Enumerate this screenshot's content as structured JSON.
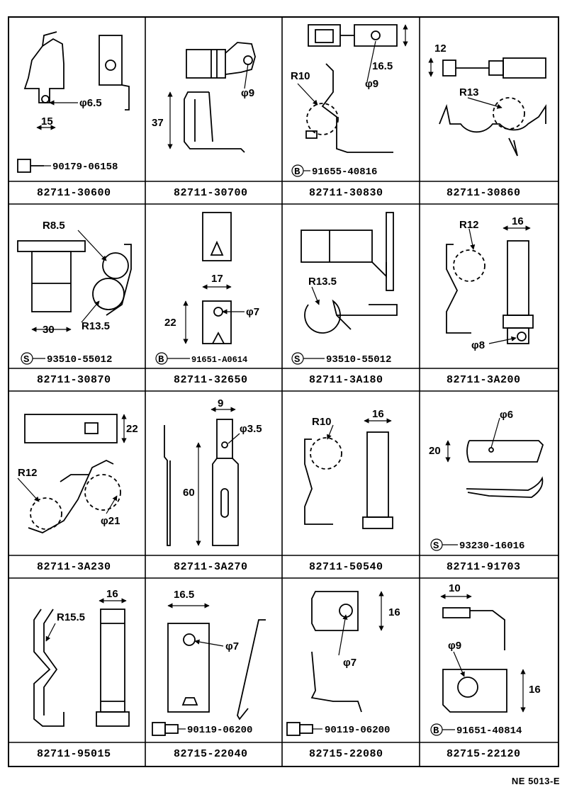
{
  "footer_code": "NE 5013-E",
  "cells": [
    {
      "part": "82711-30600",
      "bolt": {
        "prefix": "",
        "number": "90179-06158"
      },
      "dims": {
        "a": "φ6.5",
        "b": "15"
      }
    },
    {
      "part": "82711-30700",
      "bolt": null,
      "dims": {
        "a": "37",
        "b": "φ9"
      }
    },
    {
      "part": "82711-30830",
      "bolt": {
        "prefix": "B",
        "number": "91655-40816"
      },
      "dims": {
        "a": "16.5",
        "b": "φ9",
        "c": "R10"
      }
    },
    {
      "part": "82711-30860",
      "bolt": null,
      "dims": {
        "a": "12",
        "b": "R13"
      }
    },
    {
      "part": "82711-30870",
      "bolt": {
        "prefix": "S",
        "number": "93510-55012"
      },
      "dims": {
        "a": "R8.5",
        "b": "R13.5",
        "c": "30"
      }
    },
    {
      "part": "82711-32650",
      "bolt": {
        "prefix": "B",
        "number": "91651-A0614"
      },
      "dims": {
        "a": "17",
        "b": "22",
        "c": "φ7"
      }
    },
    {
      "part": "82711-3A180",
      "bolt": {
        "prefix": "S",
        "number": "93510-55012"
      },
      "dims": {
        "a": "R13.5"
      }
    },
    {
      "part": "82711-3A200",
      "bolt": null,
      "dims": {
        "a": "R12",
        "b": "16",
        "c": "φ8"
      }
    },
    {
      "part": "82711-3A230",
      "bolt": null,
      "dims": {
        "a": "22",
        "b": "R12",
        "c": "φ21"
      }
    },
    {
      "part": "82711-3A270",
      "bolt": null,
      "dims": {
        "a": "9",
        "b": "φ3.5",
        "c": "60"
      }
    },
    {
      "part": "82711-50540",
      "bolt": null,
      "dims": {
        "a": "R10",
        "b": "16"
      }
    },
    {
      "part": "82711-91703",
      "bolt": {
        "prefix": "S",
        "number": "93230-16016"
      },
      "dims": {
        "a": "φ6",
        "b": "20"
      }
    },
    {
      "part": "82711-95015",
      "bolt": null,
      "dims": {
        "a": "R15.5",
        "b": "16"
      }
    },
    {
      "part": "82715-22040",
      "bolt": {
        "prefix": "",
        "number": "90119-06200"
      },
      "dims": {
        "a": "16.5",
        "b": "φ7"
      }
    },
    {
      "part": "82715-22080",
      "bolt": {
        "prefix": "",
        "number": "90119-06200"
      },
      "dims": {
        "a": "16",
        "b": "φ7"
      }
    },
    {
      "part": "82715-22120",
      "bolt": {
        "prefix": "B",
        "number": "91651-40814"
      },
      "dims": {
        "a": "10",
        "b": "φ9",
        "c": "16"
      }
    }
  ]
}
